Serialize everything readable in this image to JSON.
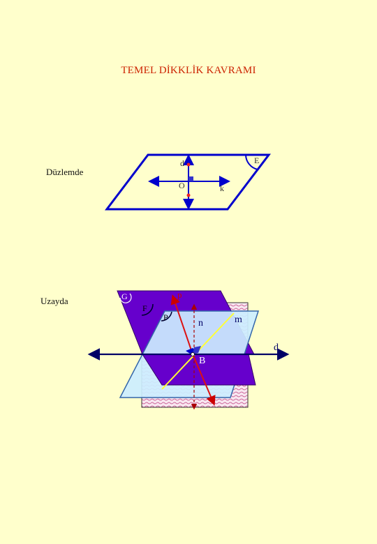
{
  "title": "TEMEL DİKKLİK KAVRAMI",
  "sections": {
    "plane": "Düzlemde",
    "space": "Uzayda"
  },
  "plane_figure": {
    "plane_label": "E",
    "vertical_line_label": "d",
    "horizontal_line_label": "k",
    "intersection_label": "O"
  },
  "space_figure": {
    "plane_g": "G",
    "plane_f": "F",
    "plane_p_small": "P",
    "line_p": "p",
    "line_n": "n",
    "line_m": "m",
    "line_d": "d",
    "point_b": "B"
  },
  "colors": {
    "title": "#cc2200",
    "blue_line": "#0000cc",
    "purple_plane": "#6600cc",
    "light_plane": "#cceeff",
    "red_line": "#dd1111",
    "yellow_line": "#ffff33",
    "navy_line": "#000066",
    "background": "#ffffcc"
  }
}
